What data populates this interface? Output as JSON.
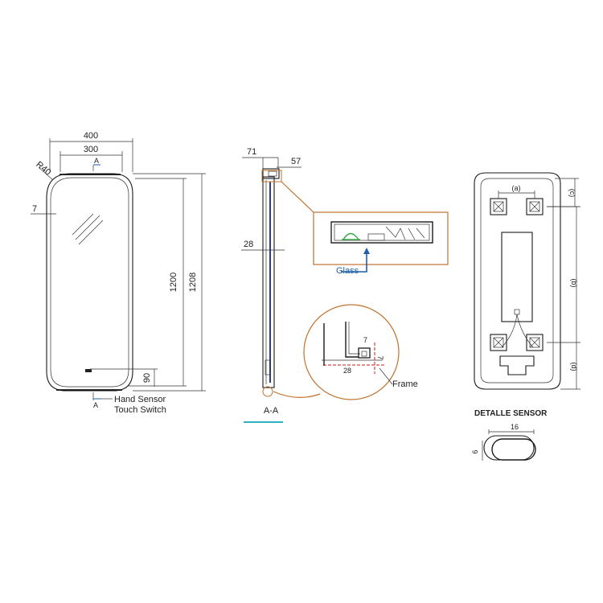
{
  "front_view": {
    "width_total": "400",
    "width_inner": "300",
    "radius": "R40",
    "inset": "7",
    "height_inner": "1200",
    "height_total": "1208",
    "sensor_offset": "90",
    "section_mark_top": "A",
    "section_mark_bottom": "A",
    "sensor_label_line1": "Hand Sensor",
    "sensor_label_line2": "Touch Switch"
  },
  "section_view": {
    "top_depth": "71",
    "top_offset": "57",
    "thickness": "28",
    "title": "A-A",
    "top_detail_label": "Glass",
    "bottom_detail": {
      "dim_horizontal": "28",
      "dim_a": "7",
      "dim_b": "7",
      "label": "Frame"
    }
  },
  "back_view": {
    "label_a": "(a)",
    "label_b": "(b)",
    "label_c": "(c)",
    "label_d": "(d)"
  },
  "sensor_detail": {
    "title": "DETALLE SENSOR",
    "width": "16",
    "height": "6"
  },
  "colors": {
    "line": "#1a1a1a",
    "callout": "#c0722e",
    "glass_arrow": "#1f5fa8",
    "section_underline": "#2ab3c4",
    "hatch": "#c21d1d",
    "highlight": "#3aa84a"
  }
}
